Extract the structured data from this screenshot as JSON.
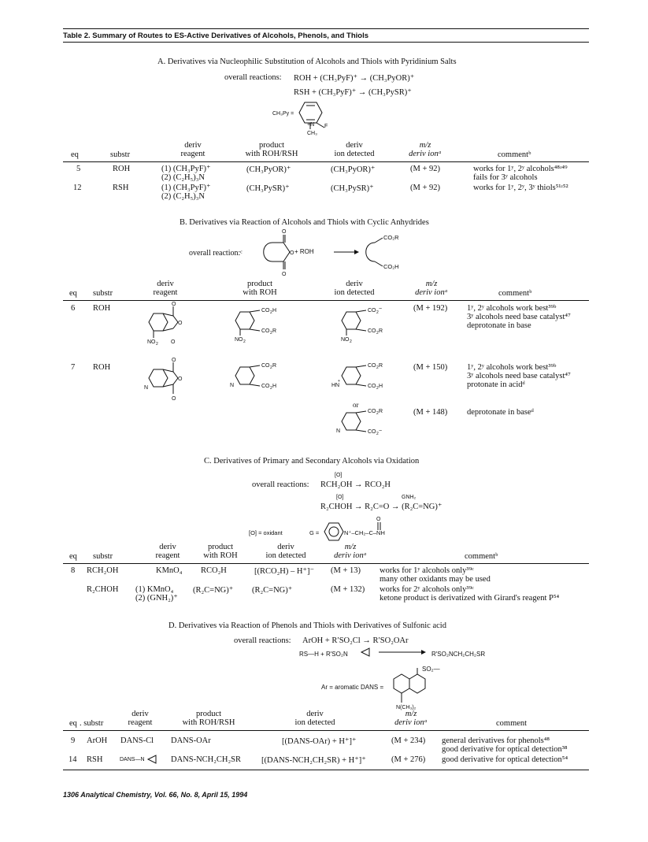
{
  "table_title": "Table 2. Summary of Routes to ES-Active Derivatives of Alcohols, Phenols, and Thiols",
  "footer": "1306 Analytical Chemistry, Vol. 66, No. 8, April 15, 1994",
  "sectionA": {
    "title": "A. Derivatives via Nucleophilic Substitution of Alcohols and Thiols with Pyridinium Salts",
    "overall_label": "overall reactions:",
    "reaction1": "ROH + (CH₃PyF)⁺ → (CH₃PyOR)⁺",
    "reaction2": "RSH + (CH₃PyF)⁺ → (CH₃PySR)⁺",
    "struct_label": "CH₃Py =",
    "struct_ch3": "CH₃",
    "headers": {
      "eq": "eq",
      "substr": "substr",
      "reagent": "deriv\nreagent",
      "product": "product\nwith ROH/RSH",
      "ion": "deriv\nion detected",
      "mz": "m/z\nderiv ionᵃ",
      "comment": "commentᵇ"
    },
    "rows": [
      {
        "eq": "5",
        "substr": "ROH",
        "reagent": "(1) (CH₃PyF)⁺\n(2) (C₂H₅)₃N",
        "product": "(CH₃PyOR)⁺",
        "ion": "(CH₃PyOR)⁺",
        "mz": "(M + 92)",
        "comment": "works for 1ʸ, 2ʸ alcohols⁴⁸ʴ⁴⁹\nfails for 3ʸ alcohols"
      },
      {
        "eq": "12",
        "substr": "RSH",
        "reagent": "(1) (CH₃PyF)⁺\n(2) (C₂H₅)₃N",
        "product": "(CH₃PySR)⁺",
        "ion": "(CH₃PySR)⁺",
        "mz": "(M + 92)",
        "comment": "works for 1ʸ, 2ʸ, 3ʸ thiols⁵¹ʴ⁵²"
      }
    ]
  },
  "sectionB": {
    "title": "B. Derivatives via Reaction of Alcohols and Thiols with Cyclic Anhydrides",
    "overall_label": "overall reaction:ᶜ",
    "plus_roh": "+ ROH",
    "co2r": "CO₂R",
    "co2h": "CO₂H",
    "headers": {
      "eq": "eq",
      "substr": "substr",
      "reagent": "deriv\nreagent",
      "product": "product\nwith ROH",
      "ion": "deriv\nion detected",
      "mz": "m/z\nderiv ionᵃ",
      "comment": "commentᵇ"
    },
    "rows": [
      {
        "eq": "6",
        "substr": "ROH",
        "mz": "(M + 192)",
        "comment": "1ʸ, 2ʸ alcohols work best³⁹ᵇ\n3ʸ alcohols need base catalyst⁴⁷\ndeprotonate in base"
      },
      {
        "eq": "7",
        "substr": "ROH",
        "mz": "(M + 150)",
        "comment": "1ʸ, 2ʸ alcohols work best³⁹ᵇ\n3ʸ alcohols need base catalyst⁴⁷\nprotonate in acidᵈ"
      },
      {
        "or": "or",
        "mz": "(M + 148)",
        "comment": "deprotonate in baseᵈ"
      }
    ],
    "labels": {
      "no2": "NO₂",
      "o": "O",
      "n": "N",
      "hn": "HN",
      "co2m": "CO₂⁻",
      "co2r": "CO₂R",
      "co2h": "CO₂H"
    }
  },
  "sectionC": {
    "title": "C. Derivatives of Primary and Secondary Alcohols via Oxidation",
    "overall_label": "overall reactions:",
    "ox": "[O]",
    "gnh": "GNH₂",
    "reaction1": "RCH₂OH → RCO₂H",
    "reaction2": "R₂CHOH → R₂C=O → (R₂C=NG)⁺",
    "oxidant": "[O] = oxidant",
    "g_label": "G =",
    "g_formula": "N⁺–CH₂–C–NH",
    "headers": {
      "eq": "eq",
      "substr": "substr",
      "reagent": "deriv\nreagent",
      "product": "product\nwith ROH",
      "ion": "deriv\nion detected",
      "mz": "m/z\nderiv ionᵃ",
      "comment": "commentᵇ"
    },
    "rows": [
      {
        "eq": "8",
        "substr": "RCH₂OH",
        "reagent": "KMnO₄",
        "product": "RCO₂H",
        "ion": "[(RCO₂H) – H⁺]⁻",
        "mz": "(M + 13)",
        "comment": "works for 1ʸ alcohols only³⁹ᶜ\nmany other oxidants may be used"
      },
      {
        "eq": "",
        "substr": "R₂CHOH",
        "reagent": "(1) KMnO₄\n(2) (GNH₂)⁺",
        "product": "(R₂C=NG)⁺",
        "ion": "(R₂C=NG)⁺",
        "mz": "(M + 132)",
        "comment": "works for 2ʸ alcohols only³⁹ᶜ\nketone product is derivatized with Girard's reagent P⁵⁴"
      }
    ]
  },
  "sectionD": {
    "title": "D. Derivatives via Reaction of Phenols and Thiols with Derivatives of Sulfonic acid",
    "overall_label": "overall reactions:",
    "reaction1": "ArOH + R′SO₂Cl → R′SO₂OAr",
    "reaction2_left": "RS—H + R′SO₂N",
    "reaction2_right": "R′SO₂NCH₂CH₂SR",
    "ar_label": "Ar = aromatic",
    "dans_label": "DANS =",
    "so2": "SO₂—",
    "nme2": "N(CH₃)₂",
    "headers": {
      "eq": "eq",
      "substr": ". substr",
      "reagent": "deriv\nreagent",
      "product": "product\nwith ROH/RSH",
      "ion": "deriv\nion detected",
      "mz": "m/z\nderiv ionᵃ",
      "comment": "comment"
    },
    "rows": [
      {
        "eq": "9",
        "substr": "ArOH",
        "reagent": "DANS-Cl",
        "product": "DANS-OAr",
        "ion": "[(DANS-OAr) + H⁺]⁺",
        "mz": "(M + 234)",
        "comment": "general derivatives for phenols⁴⁸\ngood derivative for optical detection³⁸"
      },
      {
        "eq": "14",
        "substr": "RSH",
        "reagent": "DANS—N",
        "product": "DANS-NCH₂CH₂SR",
        "ion": "[(DANS-NCH₂CH₂SR) + H⁺]⁺",
        "mz": "(M + 276)",
        "comment": "good derivative for optical detection⁵⁴"
      }
    ]
  }
}
